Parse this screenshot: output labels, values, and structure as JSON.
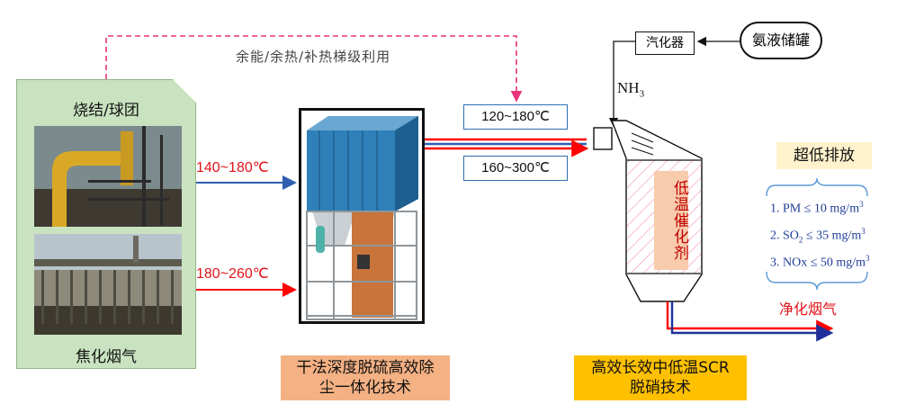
{
  "heat_recovery_label": "余能/余热/补热梯级利用",
  "source": {
    "sinter_label": "烧结/球团",
    "coking_label": "焦化烟气"
  },
  "temperatures": {
    "sinter_temp": "140~180℃",
    "coking_temp": "180~260℃",
    "reheat_temp": "120~180℃",
    "outlet_temp": "160~300℃"
  },
  "desulfurization_label": {
    "line1": "干法深度脱硫高效除",
    "line2": "尘一体化技术"
  },
  "scr_label": {
    "line1": "高效长效中低温SCR",
    "line2": "脱硝技术"
  },
  "vaporizer_label": "汽化器",
  "tank_label": "氨液储罐",
  "nh3_label": "NH",
  "nh3_sub": "3",
  "catalyst_label": "低温催化剂",
  "emission": {
    "title": "超低排放",
    "line1": {
      "text": "1. PM ≤ 10 mg/m",
      "sup": "3"
    },
    "line2": {
      "pre": "2. SO",
      "sub": "2",
      "text": " ≤ 35 mg/m",
      "sup": "3"
    },
    "line3": {
      "text": "3. NOx ≤ 50 mg/m",
      "sup": "3"
    }
  },
  "clean_gas_label": "净化烟气",
  "colors": {
    "red_line": "#ff0000",
    "blue_line": "#2e5fb0",
    "dashed_pink": "#e8327a",
    "panel_green": "#c9e3c0"
  }
}
